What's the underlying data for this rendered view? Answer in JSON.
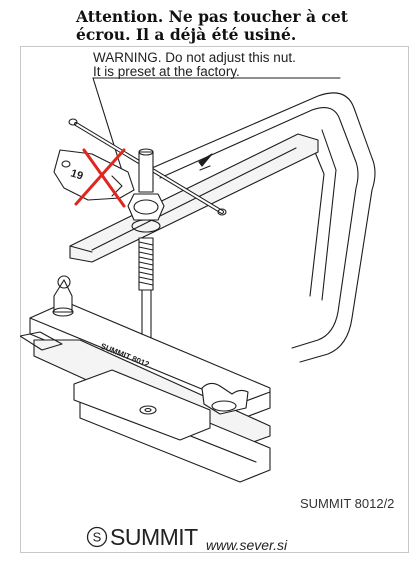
{
  "french_note": {
    "line1": "Attention. Ne pas toucher à cet",
    "line2": "écrou. Il a déjà été usiné."
  },
  "warning": {
    "line1": "WARNING.  Do not adjust this nut.",
    "line2": "It is preset at the factory."
  },
  "wrench_size": "19",
  "bar_label": "SUMMIT 8012",
  "model": "SUMMIT 8012/2",
  "brand": {
    "logo_letter": "S",
    "name": "SUMMIT"
  },
  "website": "www.sever.si",
  "colors": {
    "line": "#1e1e1e",
    "cross": "#e0271f",
    "rail_fill": "#f4f4f4"
  }
}
